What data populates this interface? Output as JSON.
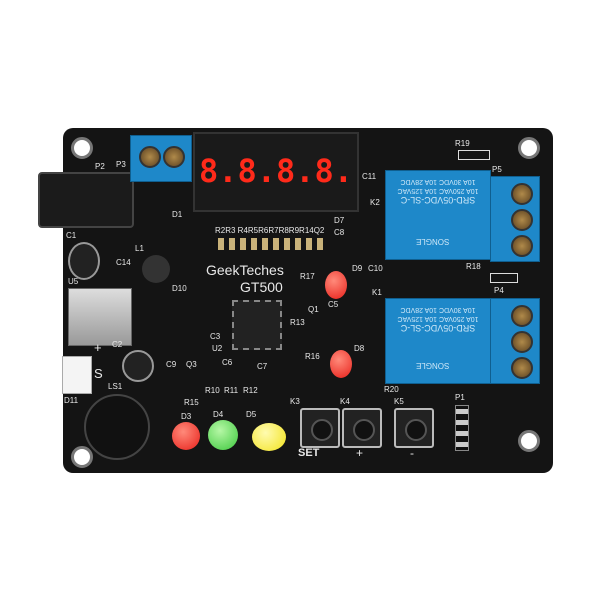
{
  "brand": {
    "name": "GeekTeches",
    "model": "GT500"
  },
  "display": {
    "value": "8.8.8.8."
  },
  "relay": {
    "model": "SRD-05VDC-SL-C",
    "ratings": [
      "10A 250VAC 10A 125VAC",
      "10A 30VDC 10A 28VDC"
    ],
    "maker": "SONGLE"
  },
  "buttons": {
    "set": "SET",
    "plus": "+",
    "minus": "-"
  },
  "labels": {
    "p2": "P2",
    "p3": "P3",
    "p4": "P4",
    "p5": "P5",
    "p1": "P1",
    "u2": "U2",
    "u5": "U5",
    "c1": "C1",
    "c2": "C2",
    "c3": "C3",
    "c5": "C5",
    "c6": "C6",
    "c7": "C7",
    "c8": "C8",
    "c9": "C9",
    "c10": "C10",
    "c11": "C11",
    "c14": "C14",
    "l1": "L1",
    "ls1": "LS1",
    "d1": "D1",
    "d3": "D3",
    "d4": "D4",
    "d5": "D5",
    "d7": "D7",
    "d8": "D8",
    "d9": "D9",
    "d10": "D10",
    "d11": "D11",
    "q1": "Q1",
    "q3": "Q3",
    "k1": "K1",
    "k2": "K2",
    "k3": "K3",
    "k4": "K4",
    "k5": "K5",
    "r10": "R10",
    "r11": "R11",
    "r12": "R12",
    "r13": "R13",
    "r15": "R15",
    "r16": "R16",
    "r17": "R17",
    "r18": "R18",
    "r19": "R19",
    "r20": "R20",
    "rrow": "R2R3 R4R5R6R7R8R9R14Q2",
    "s": "S",
    "plus_left": "+"
  },
  "colors": {
    "pcb": "#141414",
    "terminal": "#1e88c9",
    "relay": "#1e88c9",
    "led_red": "#e8201a",
    "led_green": "#3cc83c",
    "led_yellow": "#f2e21a"
  }
}
